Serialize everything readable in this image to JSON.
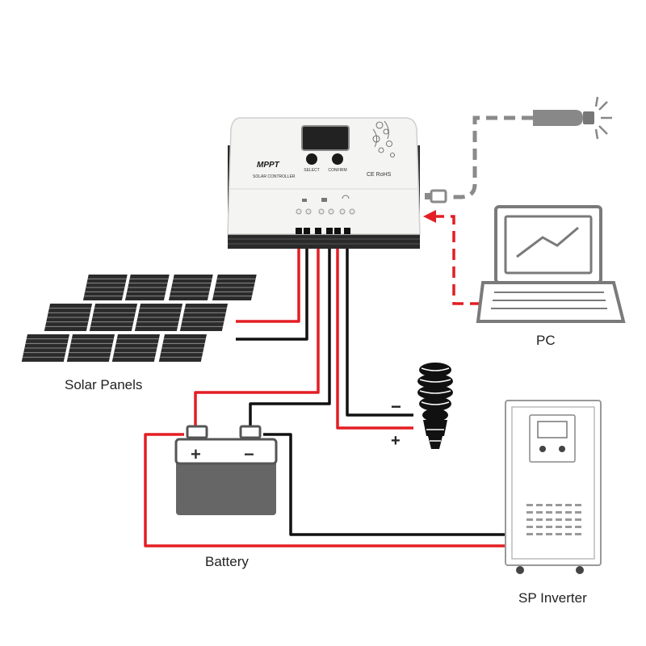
{
  "labels": {
    "solar_panels": "Solar Panels",
    "battery": "Battery",
    "pc": "PC",
    "sp_inverter": "SP Inverter"
  },
  "controller": {
    "brand": "MPPT",
    "subtitle": "SOLAR CONTROLLER",
    "select_label": "SELECT",
    "confirm_label": "CONFIRM",
    "cert_label": "CE RoHS"
  },
  "load_polarity": {
    "negative": "−",
    "positive": "+"
  },
  "battery_terminals": {
    "positive": "+",
    "negative": "−"
  },
  "colors": {
    "wire_positive": "#e31e24",
    "wire_negative": "#111111",
    "comm_link": "#8a8a8a",
    "device_gray": "#7a7a7a",
    "battery_body": "#666666"
  },
  "icons": {
    "solar_panels": "solar-panel-array-icon",
    "battery": "battery-icon",
    "load": "cfl-bulb-icon",
    "pc": "laptop-icon",
    "remote": "car-key-sensor-icon",
    "inverter": "inverter-cabinet-icon"
  }
}
